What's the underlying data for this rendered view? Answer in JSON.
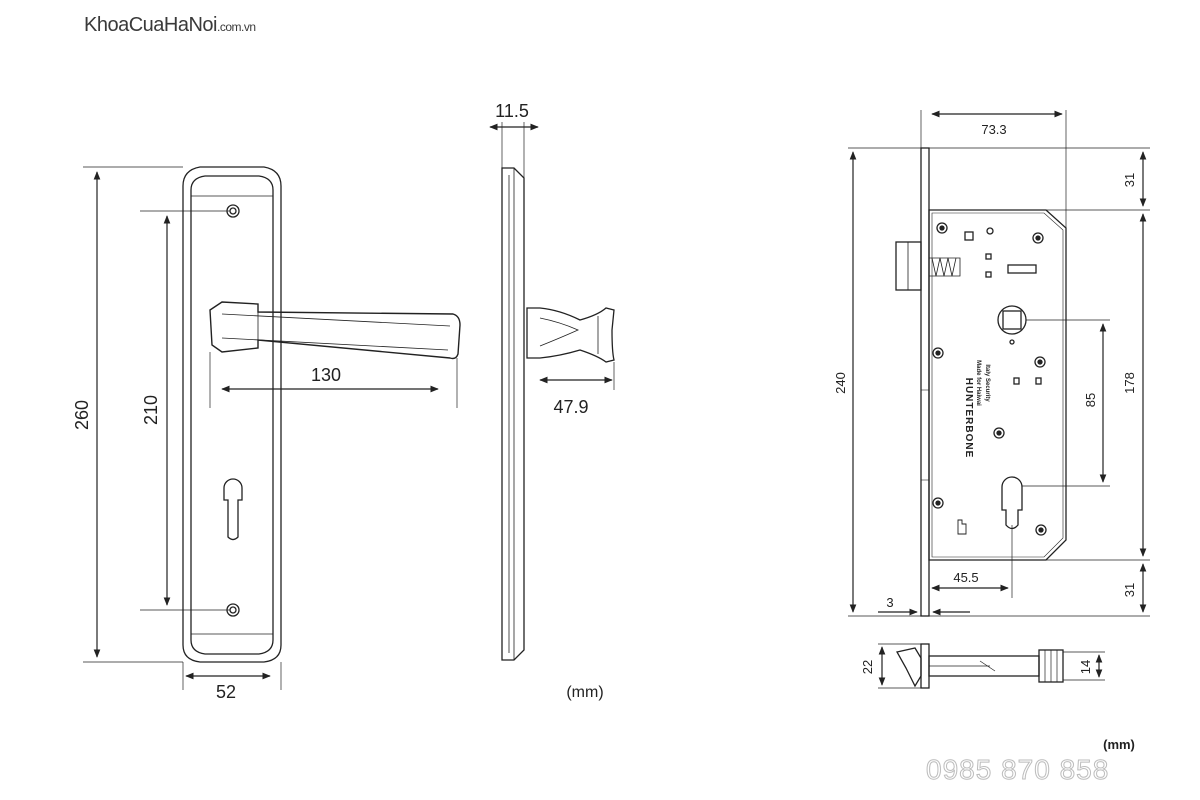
{
  "brand": {
    "name": "KhoaCuaHaNoi",
    "suffix": ".com.vn"
  },
  "phone": "0985 870 858",
  "handle_front": {
    "height": "260",
    "hole_spacing": "210",
    "handle_length": "130",
    "width": "52"
  },
  "handle_side": {
    "thickness": "11.5",
    "projection": "47.9",
    "unit": "(mm)"
  },
  "lock_body": {
    "depth": "73.3",
    "faceplate_length": "240",
    "top_margin": "31",
    "body_height": "178",
    "center_distance": "85",
    "backset": "45.5",
    "faceplate_thickness": "3",
    "bottom_margin": "31",
    "bolt_height": "22",
    "bolt_width": "14",
    "unit": "(mm)",
    "engraving": [
      "HUNTERBONE",
      "Made for Haiwai",
      "Italy Security"
    ]
  }
}
